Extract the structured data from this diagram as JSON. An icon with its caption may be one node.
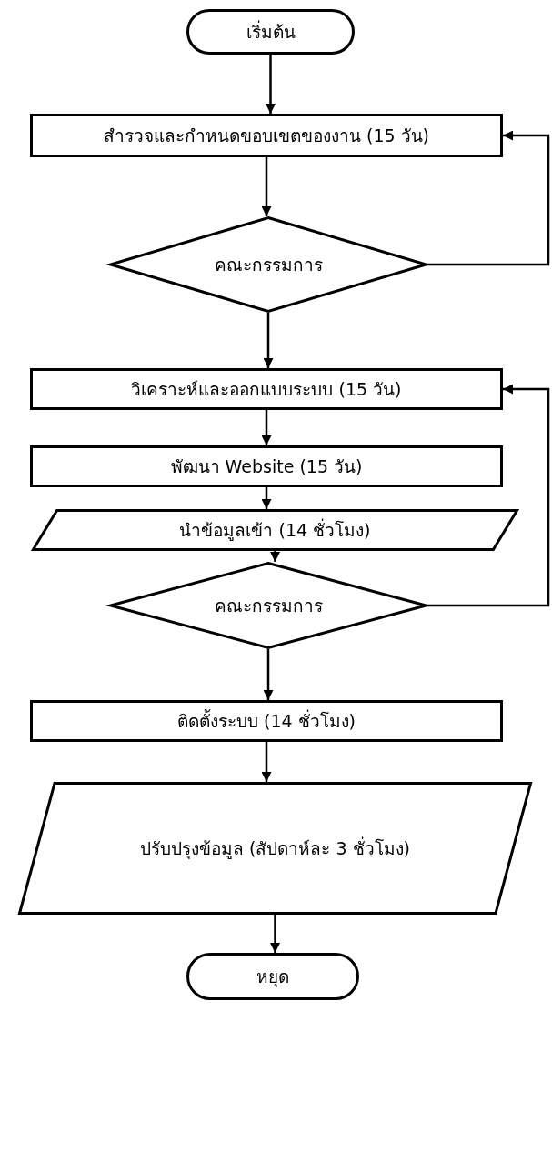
{
  "diagram": {
    "nodes": [
      {
        "text": [
          "เริ่มต้น"
        ]
      },
      {
        "text": [
          "สำรวจและกำหนดขอบเขตของงาน (15 วัน)"
        ]
      },
      {
        "text": [
          "คณะกรรมการ"
        ]
      },
      {
        "text": [
          "วิเคราะห์และออกแบบระบบ (15 วัน)"
        ]
      },
      {
        "text": [
          "พัฒนา Website (15 วัน)"
        ]
      },
      {
        "text": [
          "นำข้อมูลเข้า (14 ชั่วโมง)"
        ]
      },
      {
        "text": [
          "คณะกรรมการ"
        ]
      },
      {
        "text": [
          "ติดตั้งระบบ (14 ชั่วโมง)"
        ]
      },
      {
        "text": [
          "ปรับปรุงข้อมูล (สัปดาห์ละ 3 ชั่วโมง)"
        ]
      },
      {
        "text": [
          "หยุด"
        ]
      }
    ],
    "edges": [
      {
        "from": 0,
        "to": 1,
        "arrow": "to"
      },
      {
        "from": 1,
        "to": 2,
        "arrow": "to"
      },
      {
        "from": 2,
        "to": 3,
        "arrow": "to"
      },
      {
        "from": 3,
        "to": 4,
        "arrow": "to"
      },
      {
        "from": 4,
        "to": 5,
        "arrow": "to"
      },
      {
        "from": 5,
        "to": 6,
        "arrow": "to"
      },
      {
        "from": 6,
        "to": 7,
        "arrow": "to"
      },
      {
        "from": 7,
        "to": 8,
        "arrow": "to"
      },
      {
        "from": 8,
        "to": 9,
        "arrow": "to"
      },
      {
        "from": 2,
        "to": 1,
        "arrow": "to"
      },
      {
        "from": 6,
        "to": 3,
        "arrow": "to"
      }
    ]
  }
}
